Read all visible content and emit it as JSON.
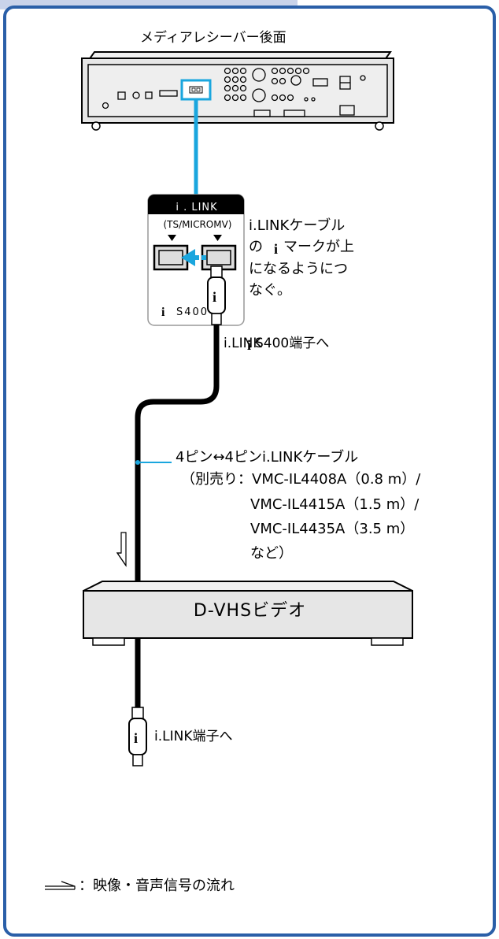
{
  "receiver": {
    "title": "メディアレシーバー後面"
  },
  "ilink_panel": {
    "header": "i . LINK",
    "subheader": "(TS/MICROMV)",
    "s400": "S400"
  },
  "notes": {
    "line1": "i.LINKケーブル",
    "line2_pre": "の",
    "line2_post": "マークが上",
    "line3": "になるようにつ",
    "line4": "なぐ。",
    "to_port_pre": "i.LINK",
    "to_port_post": "S400端子へ"
  },
  "cable": {
    "name": "4ピン↔4ピンi.LINKケーブル",
    "sold_line1": "（別売り：VMC-IL4408A（0.8 m）/",
    "sold_line2": "VMC-IL4415A（1.5 m）/",
    "sold_line3": "VMC-IL4435A（3.5 m）",
    "sold_line4": "など）"
  },
  "dvhs": {
    "port_text": "i.LINK端子へ",
    "label": "D-VHSビデオ"
  },
  "legend": {
    "text": "：映像・音声信号の流れ"
  },
  "colors": {
    "frame": "#2a5fa8",
    "tab": "#c9d3ea",
    "cable_blue": "#1aa6de",
    "device_fill": "#e6e6e6",
    "cable": "#000000"
  }
}
